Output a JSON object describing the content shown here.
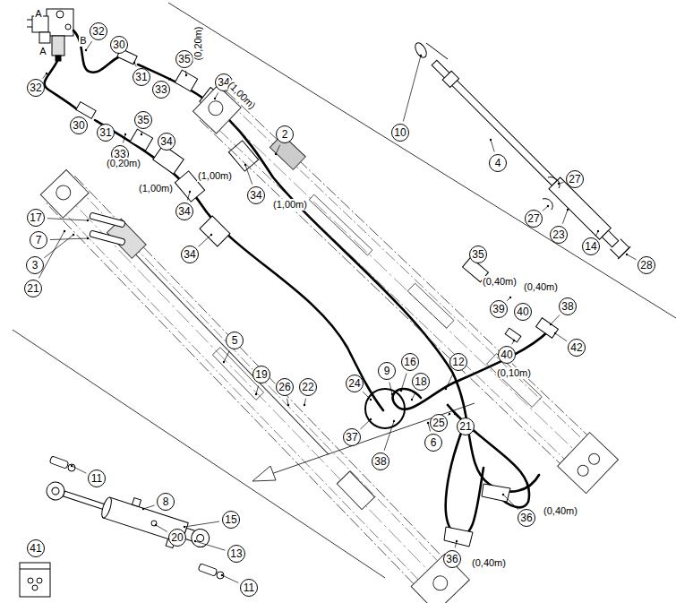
{
  "diagram": {
    "labels": [
      "A",
      "A",
      "B",
      "32",
      "30",
      "31",
      "33",
      "32",
      "30",
      "31",
      "33",
      "35",
      "(0,20m)",
      "34",
      "(1,00m)",
      "35",
      "(0,20m)",
      "34",
      "(1,00m)",
      "34",
      "(1,00m)",
      "34",
      "34",
      "(1,00m)",
      "2",
      "10",
      "4",
      "27",
      "27",
      "23",
      "14",
      "28",
      "35",
      "(0,40m)",
      "(0,40m)",
      "39",
      "40",
      "38",
      "42",
      "40",
      "(0,10m)",
      "17",
      "7",
      "3",
      "21",
      "5",
      "19",
      "26",
      "22",
      "24",
      "9",
      "16",
      "18",
      "12",
      "25",
      "21",
      "6",
      "37",
      "38",
      "36",
      "(0,40m)",
      "36",
      "(0,40m)",
      "11",
      "8",
      "20",
      "15",
      "13",
      "11",
      "41"
    ]
  }
}
